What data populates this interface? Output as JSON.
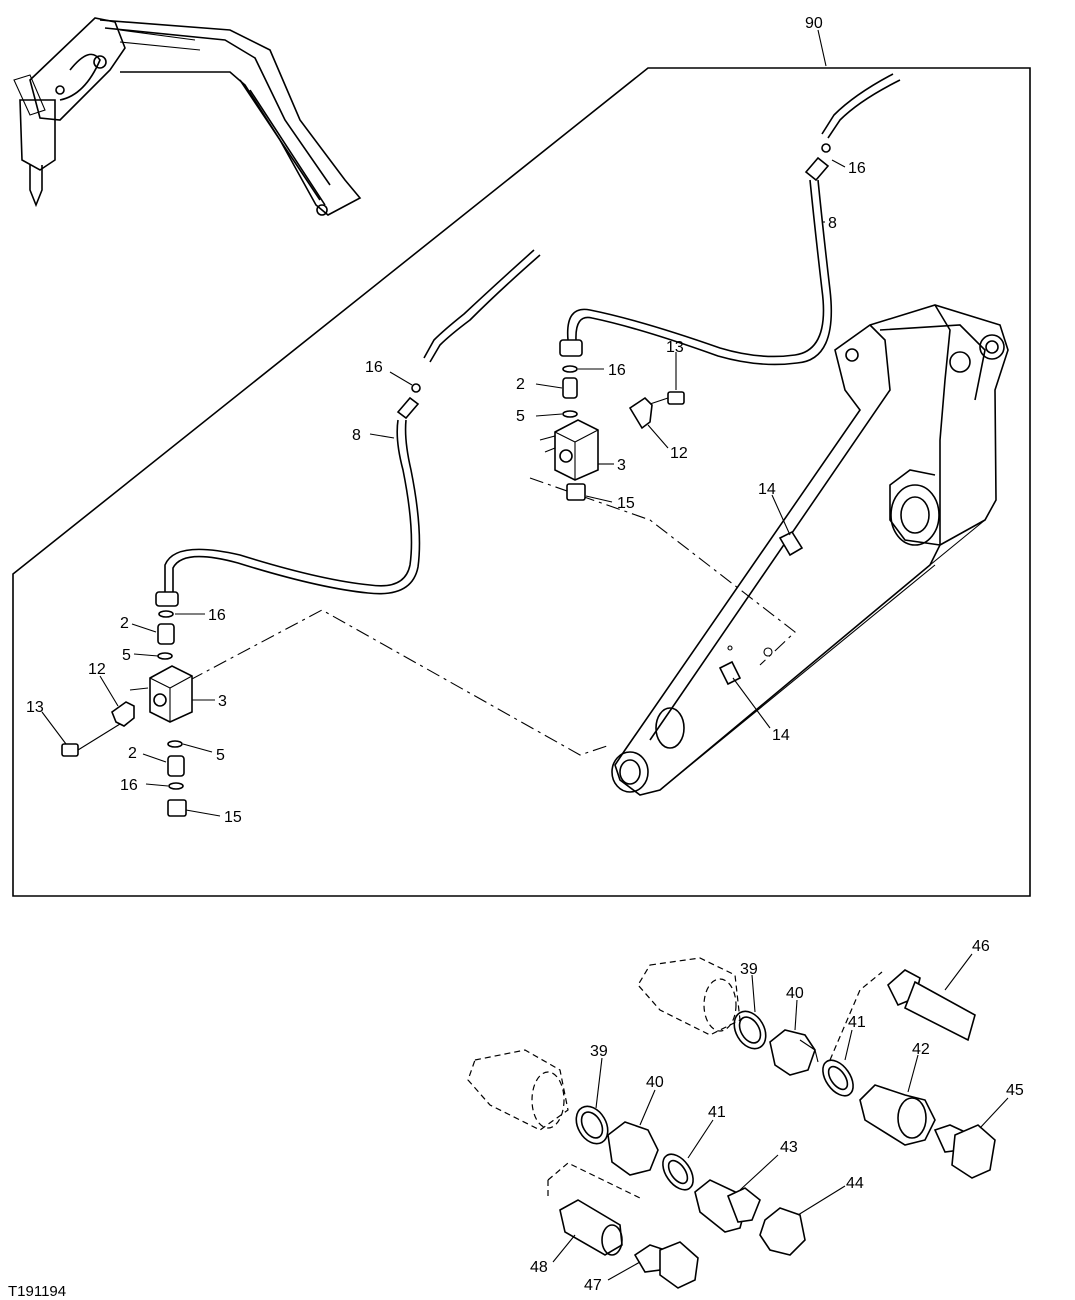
{
  "figure_id": "T191194",
  "assembly_callout": "90",
  "callouts": {
    "upper_hose_fitting_o_ring": "16",
    "upper_hose": "8",
    "mid_hose_fitting_o_ring": "16",
    "mid_hose": "8",
    "right_o_ring_top": "16",
    "right_adapter": "2",
    "right_o_ring": "5",
    "right_clamp_bolt": "13",
    "right_clamp": "12",
    "right_block": "3",
    "right_plug": "15",
    "left_o_ring_top": "16",
    "left_adapter_top": "2",
    "left_o_ring_a": "5",
    "left_clamp": "12",
    "left_block": "3",
    "left_bolt": "13",
    "left_adapter_bottom": "2",
    "left_o_ring_b": "5",
    "left_o_ring_c": "16",
    "left_plug": "15",
    "boom_bracket_upper": "14",
    "boom_bracket_lower": "14",
    "coupler_right_seal": "39",
    "coupler_right_nipple": "40",
    "coupler_right_hose": "46",
    "coupler_right_washer": "41",
    "coupler_right_adapter": "42",
    "coupler_right_cap": "45",
    "coupler_left_seal": "39",
    "coupler_left_nipple": "40",
    "coupler_left_washer": "41",
    "coupler_left_adapter": "43",
    "coupler_left_cap": "44",
    "coupler_left_body": "48",
    "coupler_left_plug": "47"
  }
}
